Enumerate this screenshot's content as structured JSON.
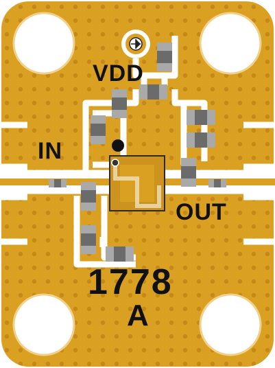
{
  "board": {
    "part_number": "1778",
    "revision": "A",
    "labels": {
      "vdd": "VDD",
      "input": "IN",
      "output": "OUT"
    }
  },
  "colors": {
    "substrate": "#d9a022",
    "trace_gap": "#ffffff",
    "via": "#c98a18",
    "component_body": "#6b6b6b",
    "component_end": "#a9a9a9",
    "chip_body": "#cc931e",
    "silkscreen": "#111111"
  }
}
